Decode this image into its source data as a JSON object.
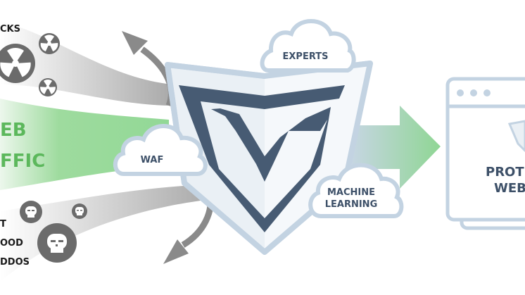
{
  "diagram": {
    "title": "Web Application Firewall protection flow",
    "left": {
      "attacks_label": "ATTACKS",
      "attacks_label_visible": "CKS",
      "web_traffic_line1_visible": "EB",
      "web_traffic_line2_visible": "FFIC",
      "web_traffic_label": "WEB TRAFFIC",
      "bots_lines_visible": [
        "T",
        "OOD",
        "DDOS"
      ],
      "bots_lines": [
        "BOT",
        "FLOOD",
        "DDOS"
      ]
    },
    "center": {
      "logo": "shield-w-logo",
      "clouds": [
        {
          "id": "waf",
          "label": "WAF"
        },
        {
          "id": "experts",
          "label": "EXPERTS"
        },
        {
          "id": "ml",
          "label_line1": "MACHINE",
          "label_line2": "LEARNING"
        }
      ]
    },
    "right": {
      "site_line1_visible": "PROT",
      "site_line2_visible": "WEB",
      "site_label": "PROTECTED WEBSITE"
    },
    "colors": {
      "green": "#5cb85c",
      "green_light": "#8fd694",
      "navy": "#475b73",
      "shield_outline": "#c3d3e2",
      "shield_fill": "#eaf0f5",
      "gray_arrow": "#8a8a8a",
      "icon_gray": "#6b6b6b"
    }
  }
}
